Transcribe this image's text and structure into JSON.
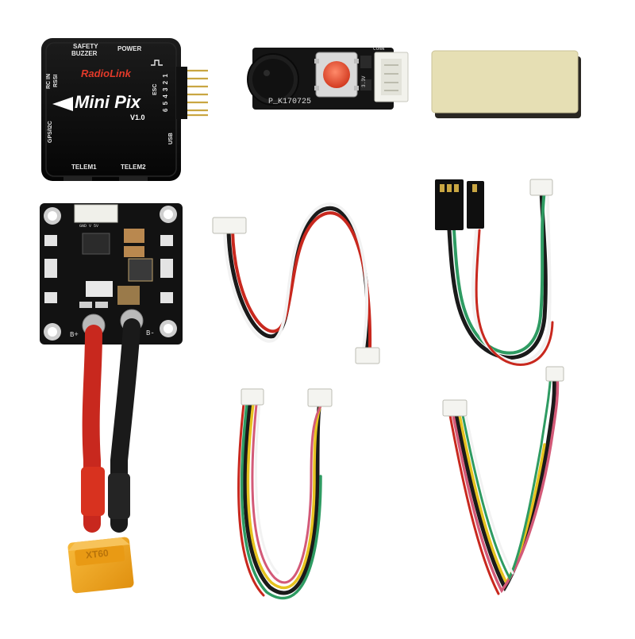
{
  "flight_controller": {
    "brand": "RadioLink",
    "model": "Mini Pix",
    "version": "V1.0",
    "labels": {
      "safety": "SAFETY",
      "buzzer": "BUZZER",
      "power": "POWER",
      "rc_in": "RC IN",
      "rssi": "RSSI",
      "esc": "ESC",
      "gps": "GPS/I2C",
      "usb": "USB",
      "telem1": "TELEM1",
      "telem2": "TELEM2",
      "pin_numbers": "6 5 4 3 2 1"
    }
  },
  "buzzer_board": {
    "marking": "P_K170725",
    "conn": "CONN",
    "pins": "3.3V"
  },
  "power_module": {
    "pos_label": "B+",
    "neg_label": "B-",
    "silk_text": "GND V 5V"
  },
  "connector": {
    "marking": "XT60"
  },
  "colors": {
    "pcb": "#121212",
    "case": "#0d0d0d",
    "red_wire": "#c8281e",
    "black_wire": "#1a1a1a",
    "xt60": "#f2a51a",
    "button": "#e24a2c",
    "foam": "#e6dfb4",
    "white_wire": "#f2f2f2",
    "green_wire": "#2e9b62",
    "yellow_wire": "#e6c21f",
    "pink_wire": "#d35a78"
  },
  "icons": [
    "pwm-pulse-icon",
    "triangle-arrow-icon"
  ]
}
